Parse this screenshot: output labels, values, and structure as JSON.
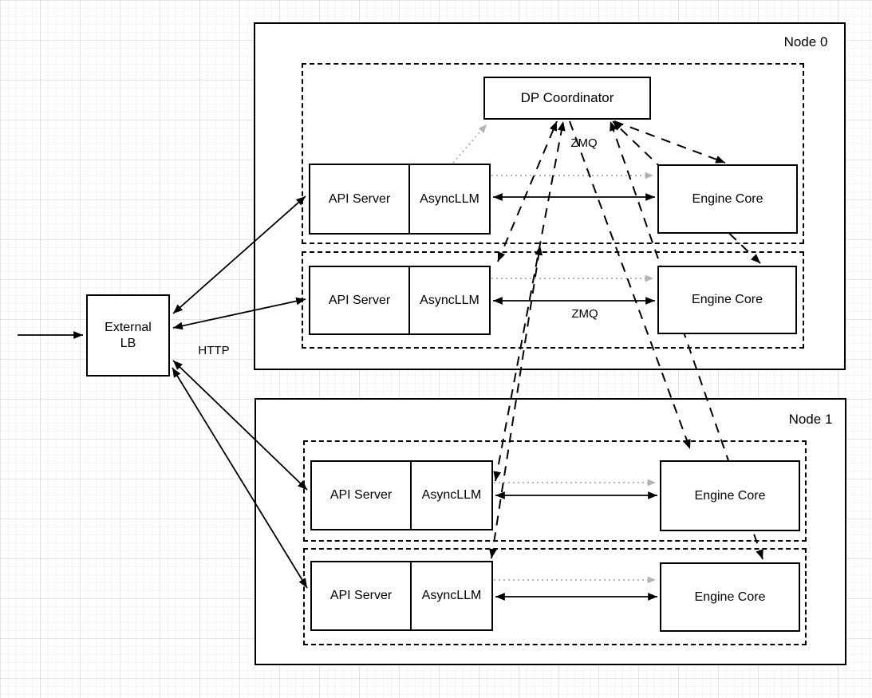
{
  "canvas": {
    "background": "#ffffff",
    "grid_minor_color": "#f2f4f6",
    "grid_major_color": "#e6eaee"
  },
  "colors": {
    "shape_stroke": "#000000",
    "shape_fill": "#ffffff",
    "solid_link": "#000000",
    "dashed_link": "#000000",
    "launch_link": "#b3b3b3"
  },
  "external_lb": {
    "line1": "External",
    "line2": "LB"
  },
  "labels": {
    "http": "HTTP",
    "zmq_coordinator": "ZMQ",
    "zmq_row": "ZMQ"
  },
  "nodes": [
    {
      "label": "Node 0",
      "dp_coordinator": "DP Coordinator",
      "replicas": [
        {
          "api_server": "API Server",
          "asyncllm": "AsyncLLM",
          "engine_core": "Engine Core"
        },
        {
          "api_server": "API Server",
          "asyncllm": "AsyncLLM",
          "engine_core": "Engine Core"
        }
      ]
    },
    {
      "label": "Node 1",
      "replicas": [
        {
          "api_server": "API Server",
          "asyncllm": "AsyncLLM",
          "engine_core": "Engine Core"
        },
        {
          "api_server": "API Server",
          "asyncllm": "AsyncLLM",
          "engine_core": "Engine Core"
        }
      ]
    }
  ]
}
